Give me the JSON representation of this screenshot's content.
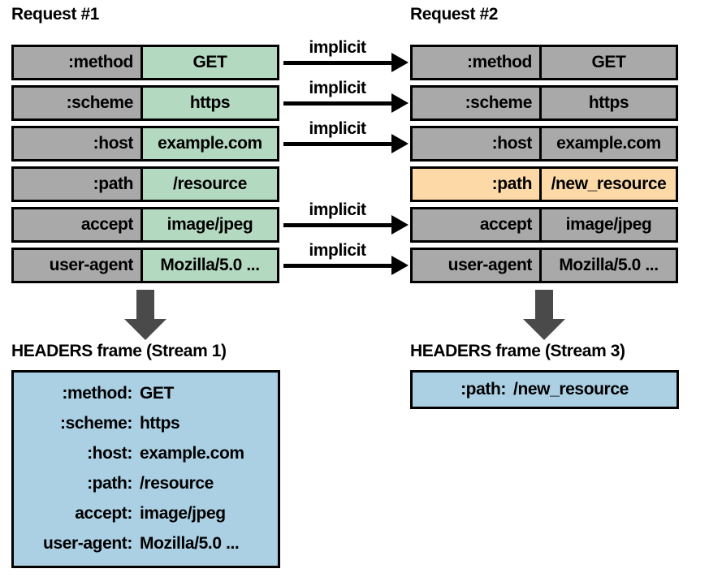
{
  "colors": {
    "gray": "#a9a9a9",
    "green": "#b4d9c1",
    "orange": "#fcd9a7",
    "blue": "#abd0e4",
    "arrow": "#4a4a4a"
  },
  "request1": {
    "title": "Request #1",
    "rows": [
      {
        "label": ":method",
        "value": "GET",
        "highlight": "green"
      },
      {
        "label": ":scheme",
        "value": "https",
        "highlight": "green"
      },
      {
        "label": ":host",
        "value": "example.com",
        "highlight": "green"
      },
      {
        "label": ":path",
        "value": "/resource",
        "highlight": "green"
      },
      {
        "label": "accept",
        "value": "image/jpeg",
        "highlight": "green"
      },
      {
        "label": "user-agent",
        "value": "Mozilla/5.0 ...",
        "highlight": "green"
      }
    ]
  },
  "request2": {
    "title": "Request #2",
    "rows": [
      {
        "label": ":method",
        "value": "GET",
        "highlight": "gray"
      },
      {
        "label": ":scheme",
        "value": "https",
        "highlight": "gray"
      },
      {
        "label": ":host",
        "value": "example.com",
        "highlight": "gray"
      },
      {
        "label": ":path",
        "value": "/new_resource",
        "highlight": "orange"
      },
      {
        "label": "accept",
        "value": "image/jpeg",
        "highlight": "gray"
      },
      {
        "label": "user-agent",
        "value": "Mozilla/5.0 ...",
        "highlight": "gray"
      }
    ]
  },
  "arrows": {
    "label": "implicit"
  },
  "frame1": {
    "title": "HEADERS frame (Stream 1)",
    "lines": [
      {
        "label": ":method:",
        "value": "GET"
      },
      {
        "label": ":scheme:",
        "value": "https"
      },
      {
        "label": ":host:",
        "value": "example.com"
      },
      {
        "label": ":path:",
        "value": "/resource"
      },
      {
        "label": "accept:",
        "value": "image/jpeg"
      },
      {
        "label": "user-agent:",
        "value": "Mozilla/5.0 ..."
      }
    ]
  },
  "frame3": {
    "title": "HEADERS frame (Stream 3)",
    "lines": [
      {
        "label": ":path:",
        "value": "/new_resource"
      }
    ]
  }
}
